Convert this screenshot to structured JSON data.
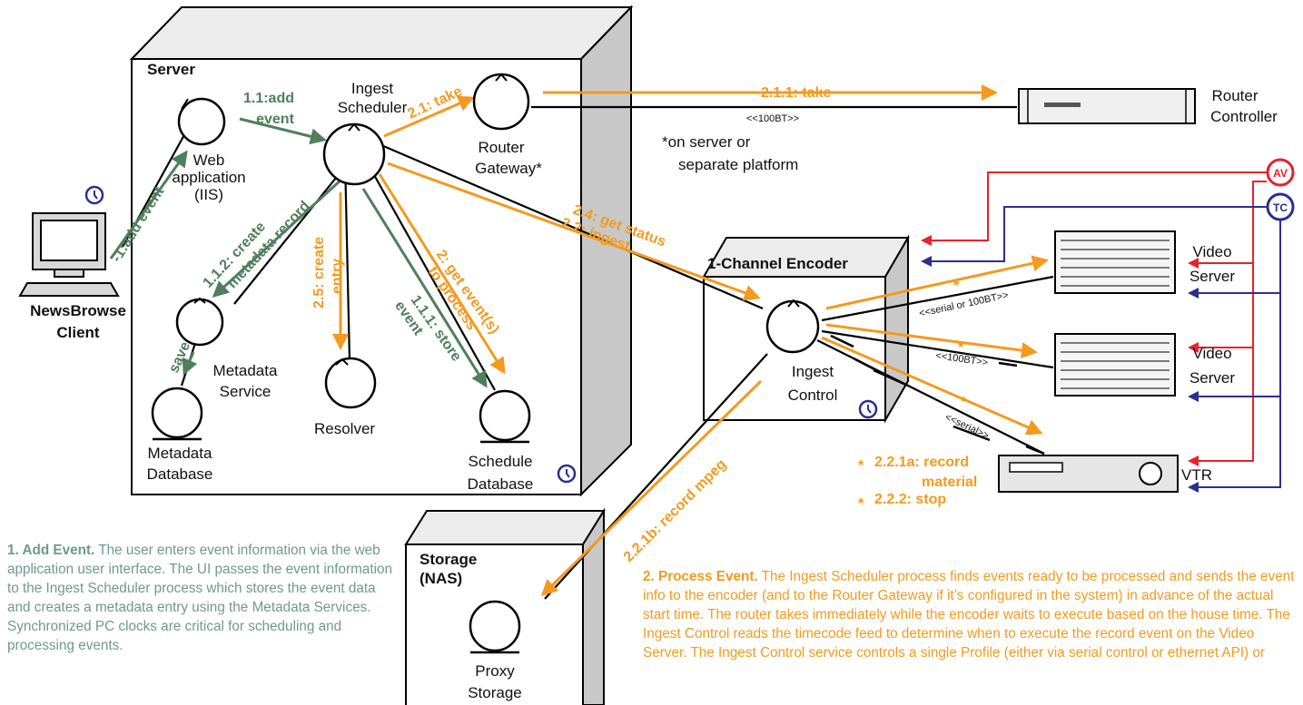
{
  "colors": {
    "orange": "#f39a1f",
    "green": "#4f7f5c",
    "red": "#e8222b",
    "blue": "#2b2f8f",
    "box_side": "#c8c8c8"
  },
  "nodes": {
    "server": "Server",
    "web_app": [
      "Web",
      "application",
      "(IIS)"
    ],
    "ingest_scheduler": [
      "Ingest",
      "Scheduler"
    ],
    "router_gateway": [
      "Router",
      "Gateway*"
    ],
    "router_controller": [
      "Router",
      "Controller"
    ],
    "platform_note": [
      "*on server or",
      "separate platform"
    ],
    "newsbrowse_client": [
      "NewsBrowse",
      "Client"
    ],
    "metadata_service": [
      "Metadata",
      "Service"
    ],
    "metadata_database": [
      "Metadata",
      "Database"
    ],
    "resolver": "Resolver",
    "schedule_database": [
      "Schedule",
      "Database"
    ],
    "encoder": "1-Channel Encoder",
    "ingest_control": [
      "Ingest",
      "Control"
    ],
    "video_server_1": [
      "Video",
      "Server"
    ],
    "video_server_2": [
      "Video",
      "Server"
    ],
    "vtr": "VTR",
    "storage": [
      "Storage",
      "(NAS)"
    ],
    "proxy_storage": [
      "Proxy",
      "Storage"
    ],
    "av_badge": "AV",
    "tc_badge": "TC"
  },
  "messages": {
    "add_event": "-1:add event",
    "add_event_11": [
      "1.1:add",
      "event"
    ],
    "create_metadata": [
      "1.1.2: create",
      "metadata record"
    ],
    "save": "save",
    "create_entry": [
      "2.5: create",
      "entry"
    ],
    "store_event": [
      "1.1.1: store",
      "event"
    ],
    "get_events": [
      "2: get event(s)",
      "to process"
    ],
    "take": "2.1: take",
    "take_211": "2.1.1: take",
    "get_status": [
      "2.4: get status",
      "2.2: ingest"
    ],
    "record_mpeg": "2.2.1b: record mpeg",
    "record_material": [
      "2.2.1a: record",
      "material"
    ],
    "stop": "2.2.2: stop",
    "star": "*"
  },
  "connections": {
    "bt100_router": "<<100BT>>",
    "serial_or_100bt": "<<serial or 100BT>>",
    "bt100": "<<100BT>>",
    "serial": "<<serial>>"
  },
  "descriptions": {
    "add_event_title": "1. Add Event.",
    "add_event_text": " The user enters event information  via the web application user interface. The UI passes the event information to the Ingest Scheduler process which stores the event data and creates a metadata entry using the Metadata Services. Synchronized PC clocks are critical for scheduling and processing events.",
    "process_event_title": "2. Process Event.",
    "process_event_text": " The Ingest Scheduler process finds events ready to be processed and sends the event info to the encoder (and to the Router Gateway if it’s configured in the system) in advance of the actual start time. The router takes immediately while the encoder waits to execute based on the house time. The Ingest Control reads the timecode feed to determine when to execute the record event on the Video Server. The Ingest Control service controls a single Profile (either via serial control or ethernet API) or"
  }
}
